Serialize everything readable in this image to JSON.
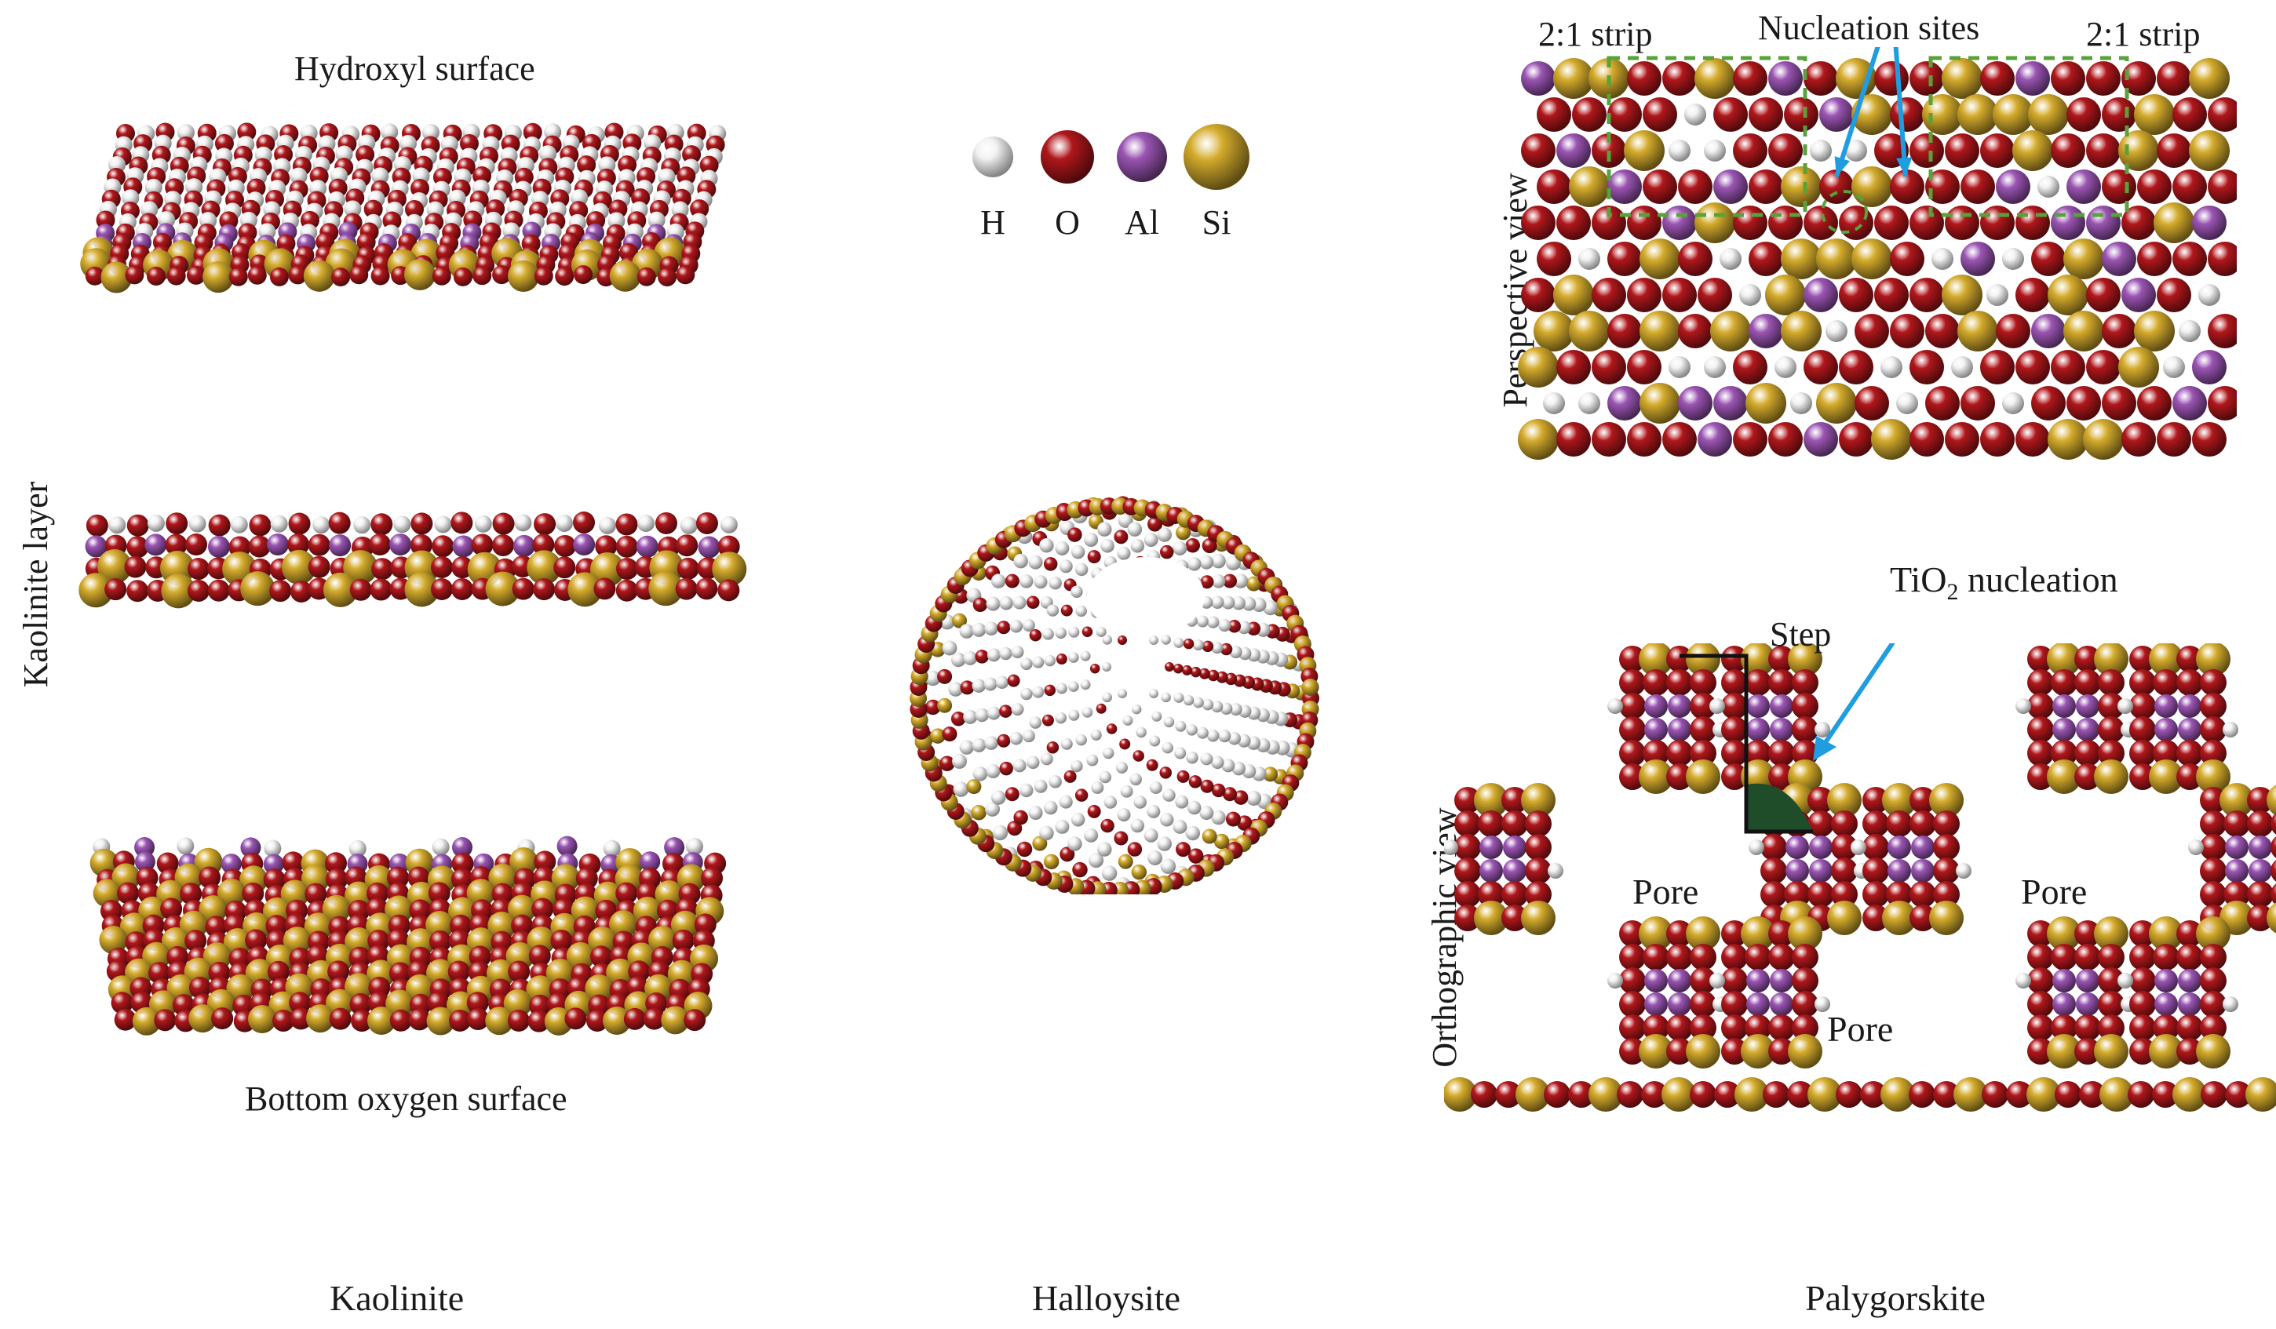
{
  "colors": {
    "H": "#f2f2f2",
    "O": "#b0171b",
    "Al": "#9b55b3",
    "Si": "#d4ab2c",
    "arrow": "#1f9de0",
    "nucleus": "#1f4d2a",
    "box": "#59a13a"
  },
  "legend": [
    {
      "symbol": "H",
      "color": "#f2f2f2"
    },
    {
      "symbol": "O",
      "color": "#b0171b"
    },
    {
      "symbol": "Al",
      "color": "#9b55b3"
    },
    {
      "symbol": "Si",
      "color": "#d4ab2c"
    }
  ],
  "kaolinite": {
    "side_label": "Kaolinite layer",
    "top_label": "Hydroxyl surface",
    "bottom_label": "Bottom oxygen surface",
    "caption": "Kaolinite"
  },
  "halloysite": {
    "caption": "Halloysite"
  },
  "palygorskite": {
    "caption": "Palygorskite",
    "perspective_label": "Perspective view",
    "orthographic_label": "Orthographic view",
    "strip_left": "2:1 strip",
    "strip_right": "2:1 strip",
    "nucleation_sites": "Nucleation sites",
    "tio2_prefix": "TiO",
    "tio2_sub": "2",
    "tio2_suffix": " nucleation",
    "step": "Step",
    "pore_labels": [
      "Pore",
      "Pore",
      "Pore"
    ]
  }
}
